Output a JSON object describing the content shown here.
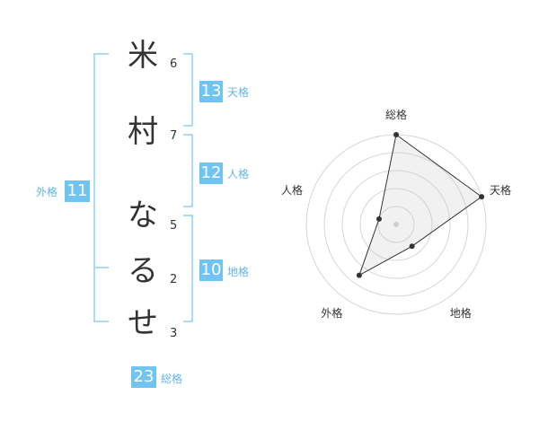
{
  "name_chars": [
    {
      "char": "米",
      "strokes": "6"
    },
    {
      "char": "村",
      "strokes": "7"
    },
    {
      "char": "な",
      "strokes": "5"
    },
    {
      "char": "る",
      "strokes": "2"
    },
    {
      "char": "せ",
      "strokes": "3"
    }
  ],
  "fortunes": {
    "tenkaku": {
      "value": "13",
      "label": "天格"
    },
    "jinkaku": {
      "value": "12",
      "label": "人格"
    },
    "chikaku": {
      "value": "10",
      "label": "地格"
    },
    "gaikaku": {
      "value": "11",
      "label": "外格"
    },
    "soukaku": {
      "value": "23",
      "label": "総格"
    }
  },
  "colors": {
    "accent": "#6fc4f2",
    "label": "#62b6e6",
    "bracket": "#8fd0f5"
  },
  "chart_data": {
    "type": "radar",
    "axes": [
      "総格",
      "天格",
      "地格",
      "外格",
      "人格"
    ],
    "values": [
      5,
      5,
      1.5,
      3.5,
      1
    ],
    "rmax": 5,
    "rings": 5,
    "grid": true
  }
}
